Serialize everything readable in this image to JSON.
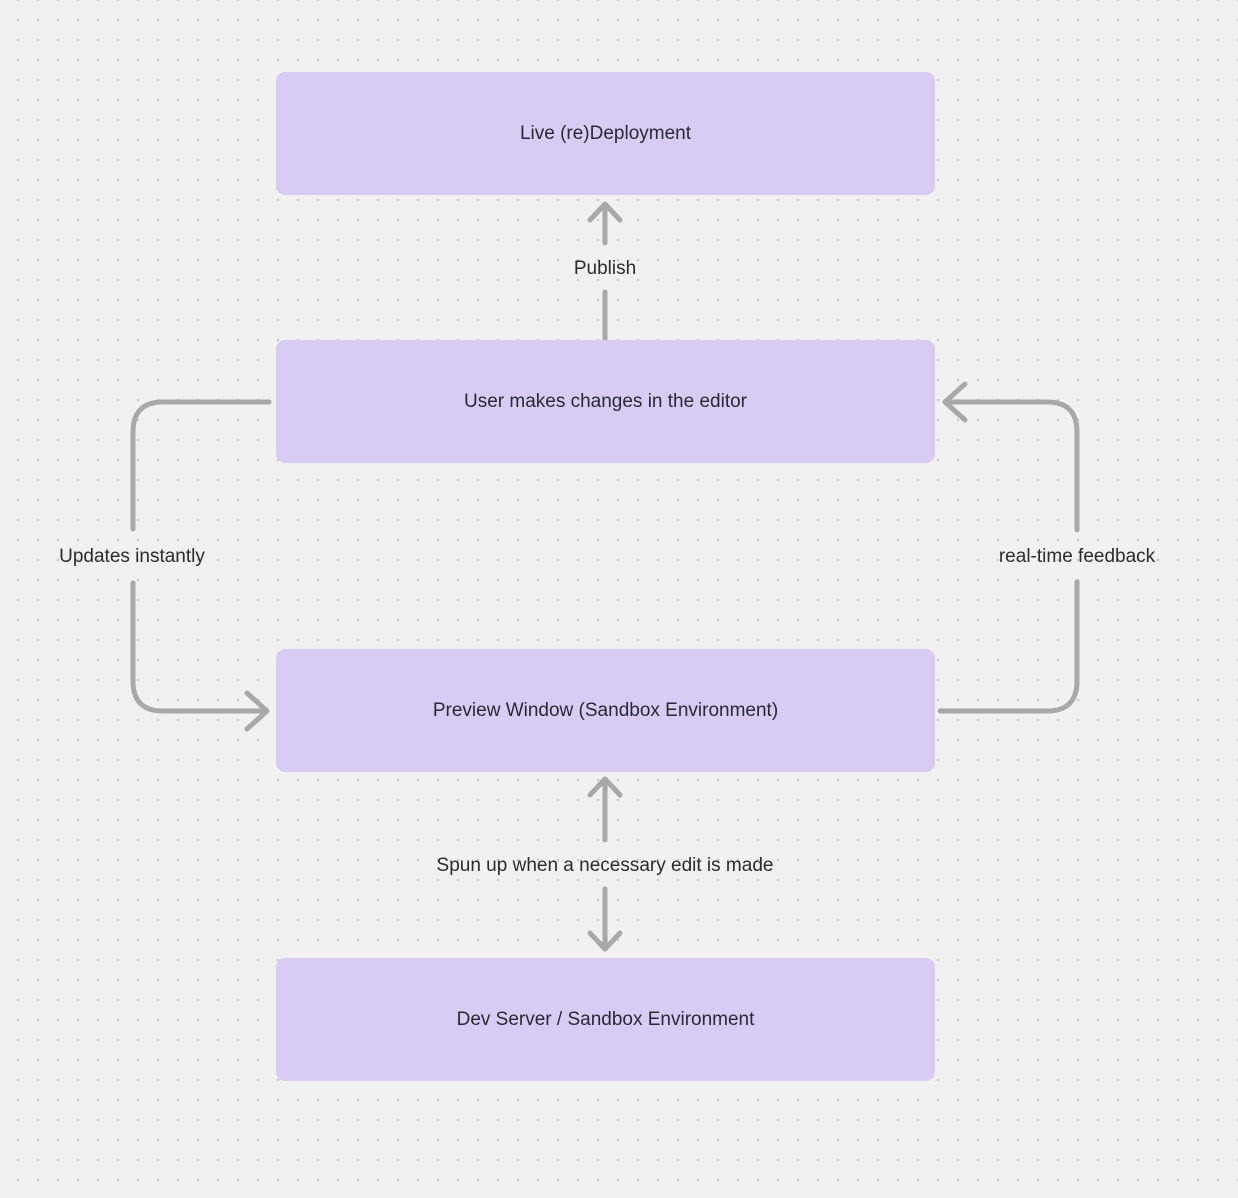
{
  "colors": {
    "background": "#f2f1f1",
    "dot": "#c8c8c8",
    "node-fill": "#d8ccf4",
    "node-text": "#2a2833",
    "edge": "#a8a8a8",
    "edge-text": "#2b2b2b"
  },
  "diagram": {
    "nodes": [
      {
        "id": "live-redeployment",
        "label": "Live (re)Deployment"
      },
      {
        "id": "user-editor",
        "label": "User makes changes in the editor"
      },
      {
        "id": "preview-window",
        "label": "Preview Window (Sandbox Environment)"
      },
      {
        "id": "dev-server",
        "label": "Dev Server / Sandbox Environment"
      }
    ],
    "edges": [
      {
        "id": "publish",
        "label": "Publish",
        "from": "user-editor",
        "to": "live-redeployment",
        "direction": "up"
      },
      {
        "id": "updates-instantly",
        "label": "Updates instantly",
        "from": "user-editor",
        "to": "preview-window",
        "direction": "left-loop"
      },
      {
        "id": "realtime-feedback",
        "label": "real-time feedback",
        "from": "preview-window",
        "to": "user-editor",
        "direction": "right-loop"
      },
      {
        "id": "spun-up",
        "label": "Spun up when a necessary edit is made",
        "from": "preview-window",
        "to": "dev-server",
        "direction": "bidirectional"
      }
    ]
  }
}
